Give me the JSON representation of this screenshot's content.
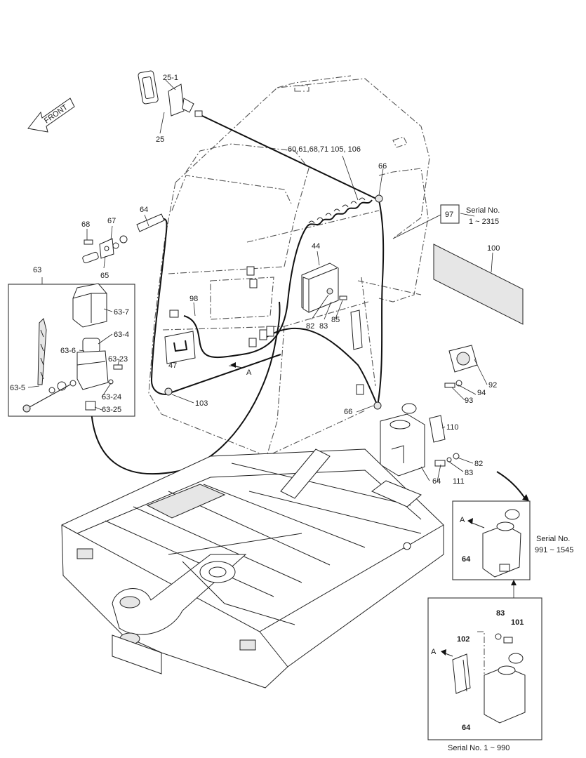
{
  "front_arrow": "FRONT",
  "callouts": {
    "p25_1": "25-1",
    "p25": "25",
    "p60": "60,61,68,71 105, 106",
    "p66_top": "66",
    "p64_top": "64",
    "p68": "68",
    "p67": "67",
    "p65": "65",
    "p44": "44",
    "p97": "97",
    "p100": "100",
    "p63": "63",
    "p63_7": "63-7",
    "p63_4": "63-4",
    "p63_6": "63-6",
    "p63_23": "63-23",
    "p63_5": "63-5",
    "p63_24": "63-24",
    "p63_25": "63-25",
    "p98": "98",
    "p47": "47",
    "pA": "A",
    "p82": "82",
    "p83": "83",
    "p85": "85",
    "p103": "103",
    "p66_bottom": "66",
    "p92": "92",
    "p94": "94",
    "p93": "93",
    "p110": "110",
    "p82b": "82",
    "p83b": "83",
    "p64_tank": "64",
    "p111": "111"
  },
  "serial_notes": {
    "top": {
      "line1": "Serial No.",
      "line2": "1 ~ 2315"
    },
    "mid": {
      "line1": "Serial No.",
      "line2": "991 ~ 1545"
    },
    "bottom": "Serial No. 1 ~ 990"
  },
  "inset_mid": {
    "arrow": "A",
    "tank": "64"
  },
  "inset_bottom": {
    "arrow": "A",
    "p83": "83",
    "p101": "101",
    "p102": "102",
    "tank": "64"
  }
}
